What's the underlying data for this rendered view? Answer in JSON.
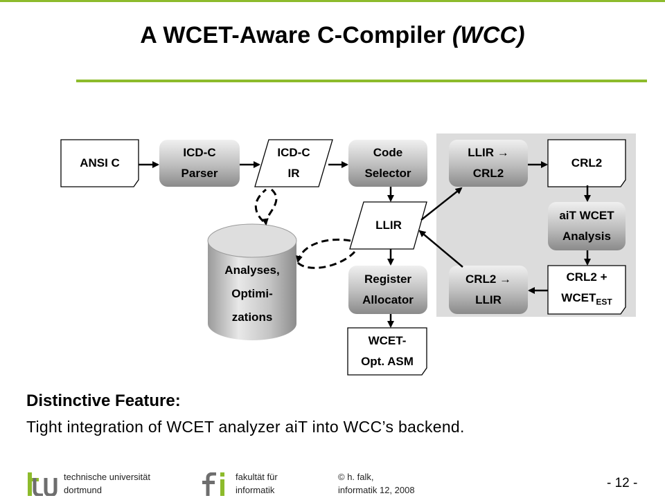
{
  "title": "A WCET-Aware C-Compiler ",
  "title_italic": "(WCC)",
  "colors": {
    "accent_green": "#8dbb2c",
    "gray_panel": "#dcdcdc",
    "node_gradient_light": "#e6e6e6",
    "node_gradient_dark": "#8a8a8a",
    "logo_gray": "#6e6e6e"
  },
  "diagram": {
    "nodes": {
      "ansi_c": [
        "ANSI C"
      ],
      "icdc_parser": [
        "ICD-C",
        "Parser"
      ],
      "icdc_ir": [
        "ICD-C",
        "IR"
      ],
      "code_selector": [
        "Code",
        "Selector"
      ],
      "llir_to_crl2": [
        "LLIR →",
        "CRL2"
      ],
      "crl2": [
        "CRL2"
      ],
      "ait_wcet": [
        "aiT WCET",
        "Analysis"
      ],
      "llir": [
        "LLIR"
      ],
      "analyses": [
        "Analyses,",
        "Optimi-",
        "zations"
      ],
      "register_allocator": [
        "Register",
        "Allocator"
      ],
      "crl2_to_llir": [
        "CRL2 →",
        "LLIR"
      ],
      "crl2_wcet": [
        "CRL2 +",
        "WCET"
      ],
      "crl2_wcet_sub": "EST",
      "wcet_opt_asm": [
        "WCET-",
        "Opt. ASM"
      ]
    }
  },
  "feature": {
    "heading": "Distinctive Feature:",
    "text": "Tight integration of WCET analyzer aiT into WCC’s backend."
  },
  "footer": {
    "uni_line1": "technische universität",
    "uni_line2": "dortmund",
    "fak_line1": "fakultät für",
    "fak_line2": "informatik",
    "author_line1": "© h. falk,",
    "author_line2": "informatik 12,  2008",
    "page_number": "- 12 -"
  }
}
